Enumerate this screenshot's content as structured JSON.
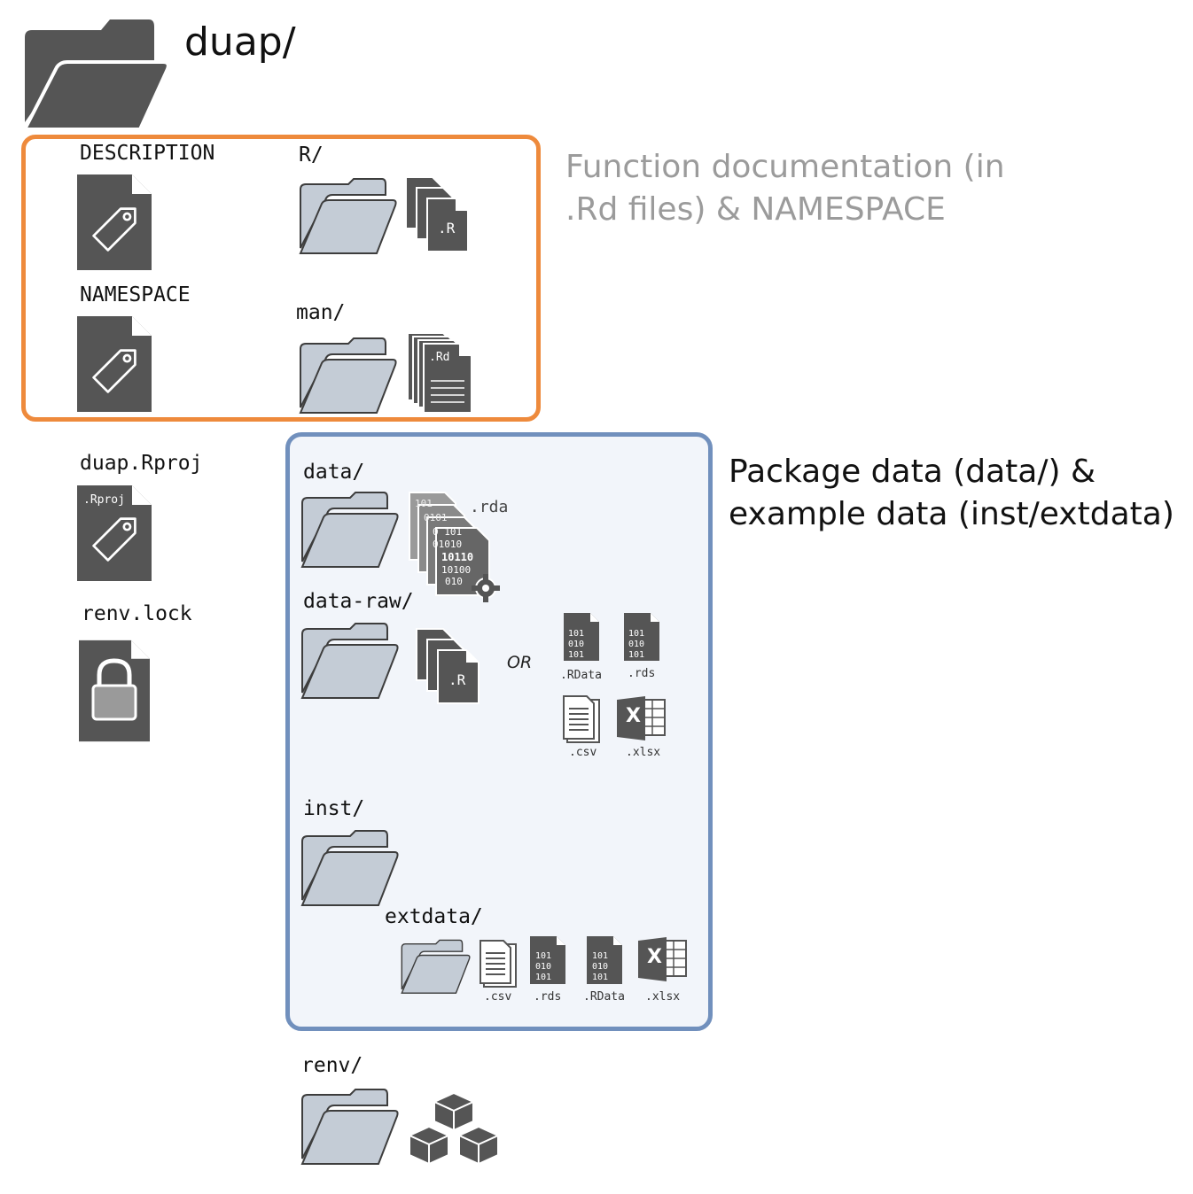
{
  "root": {
    "label": "duap/"
  },
  "files": {
    "description": "DESCRIPTION",
    "namespace": "NAMESPACE",
    "rproj": "duap.Rproj",
    "rproj_badge": ".Rproj",
    "renv_lock": "renv.lock"
  },
  "folders": {
    "r": "R/",
    "man": "man/",
    "data": "data/",
    "data_raw": "data-raw/",
    "inst": "inst/",
    "extdata": "extdata/",
    "renv": "renv/"
  },
  "file_badges": {
    "r": ".R",
    "rd": ".Rd",
    "rda": ".rda",
    "rdata": ".RData",
    "rds": ".rds",
    "csv": ".csv",
    "xlsx": ".xlsx",
    "binary_digits": "101 010 101",
    "excel_letter": "X"
  },
  "connector": "OR",
  "annotations": {
    "docs_line1": "Function documentation (in",
    "docs_line2": ".Rd files) & NAMESPACE",
    "data_line1": "Package data (data/) &",
    "data_line2": "example data (inst/extdata)"
  },
  "colors": {
    "icon_dark": "#555555",
    "folder_fill": "#c4ccd6",
    "folder_stroke": "#3d3d3d",
    "orange_box": "#ee8a3c",
    "blue_box": "#7190bd",
    "blue_box_fill": "#f2f5fa",
    "annotation_gray": "#9b9b9b"
  }
}
